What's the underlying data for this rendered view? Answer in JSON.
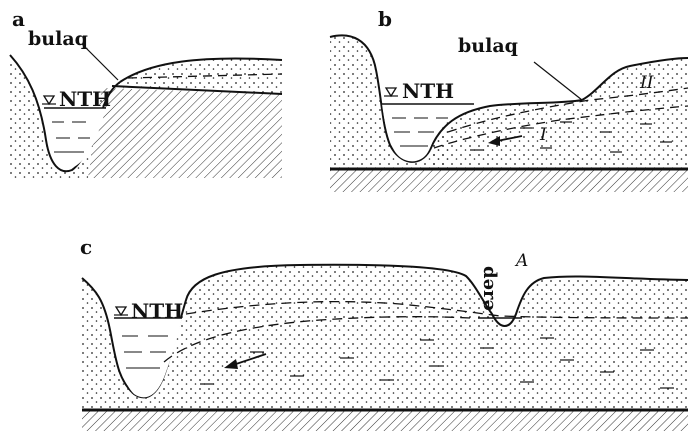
{
  "panels": {
    "a": {
      "letter": "a",
      "spring_label": "bulaq",
      "water_level_label": "NTH"
    },
    "b": {
      "letter": "b",
      "spring_label": "bulaq",
      "water_level_label": "NTH",
      "horizon_upper": "II",
      "horizon_lower": "I"
    },
    "c": {
      "letter": "c",
      "water_level_label": "NTH",
      "river_label": "dərə",
      "point_label": "A"
    }
  },
  "colors": {
    "ink": "#111111",
    "background": "#ffffff"
  },
  "icons": {
    "water_level_marker": "inverted-triangle-icon",
    "flow_direction": "arrow-left-icon"
  }
}
